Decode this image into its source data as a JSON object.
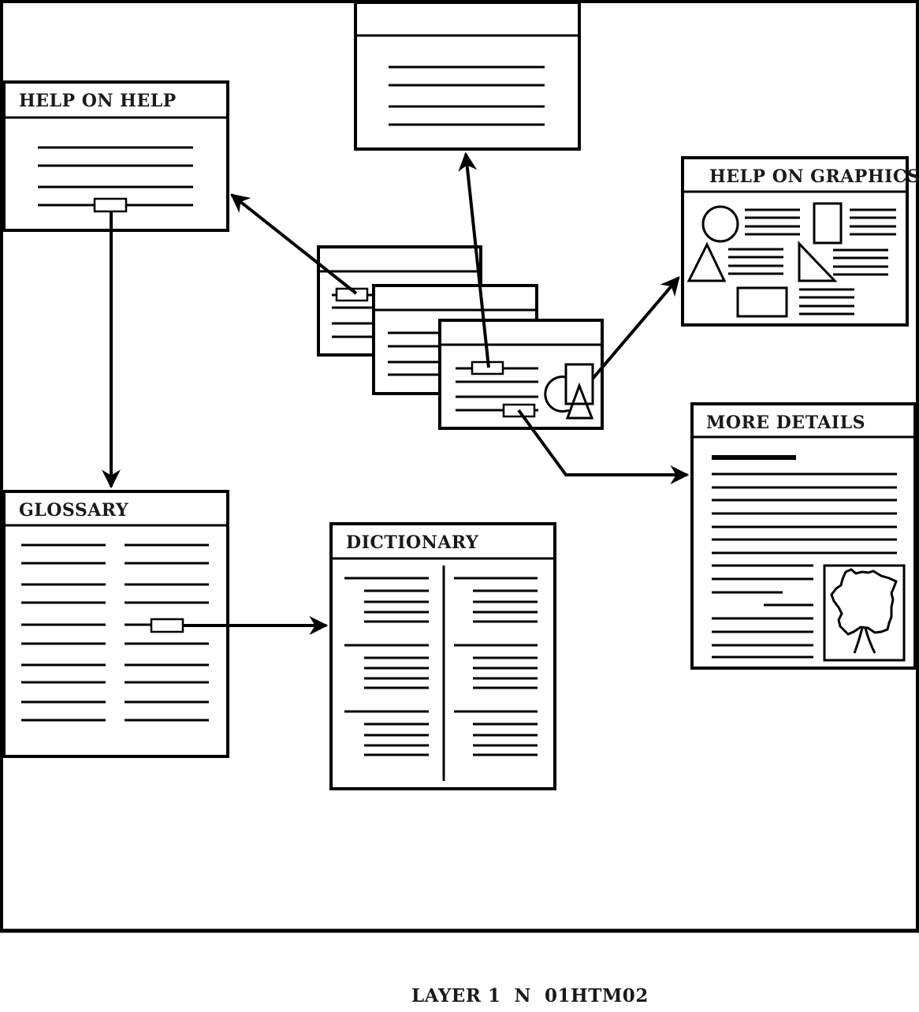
{
  "diagram": {
    "caption": "LAYER 1  N  01HTM02",
    "colors": {
      "stroke": "#000000",
      "background": "#ffffff",
      "text": "#1a1a1a"
    },
    "windows": {
      "top_untitled": {
        "title": ""
      },
      "help_on_help": {
        "title": "HELP ON HELP"
      },
      "help_on_graphics": {
        "title": "HELP ON GRAPHICS"
      },
      "more_details": {
        "title": "MORE DETAILS"
      },
      "glossary": {
        "title": "GLOSSARY"
      },
      "dictionary": {
        "title": "DICTIONARY"
      },
      "stacked_documents": {
        "count": 3
      }
    },
    "links": [
      {
        "from": "stacked_documents.back",
        "to": "help_on_help"
      },
      {
        "from": "stacked_documents.front",
        "to": "top_untitled"
      },
      {
        "from": "stacked_documents.front.graphic",
        "to": "help_on_graphics"
      },
      {
        "from": "stacked_documents.front",
        "to": "more_details"
      },
      {
        "from": "help_on_help",
        "to": "glossary"
      },
      {
        "from": "glossary",
        "to": "dictionary"
      }
    ]
  }
}
